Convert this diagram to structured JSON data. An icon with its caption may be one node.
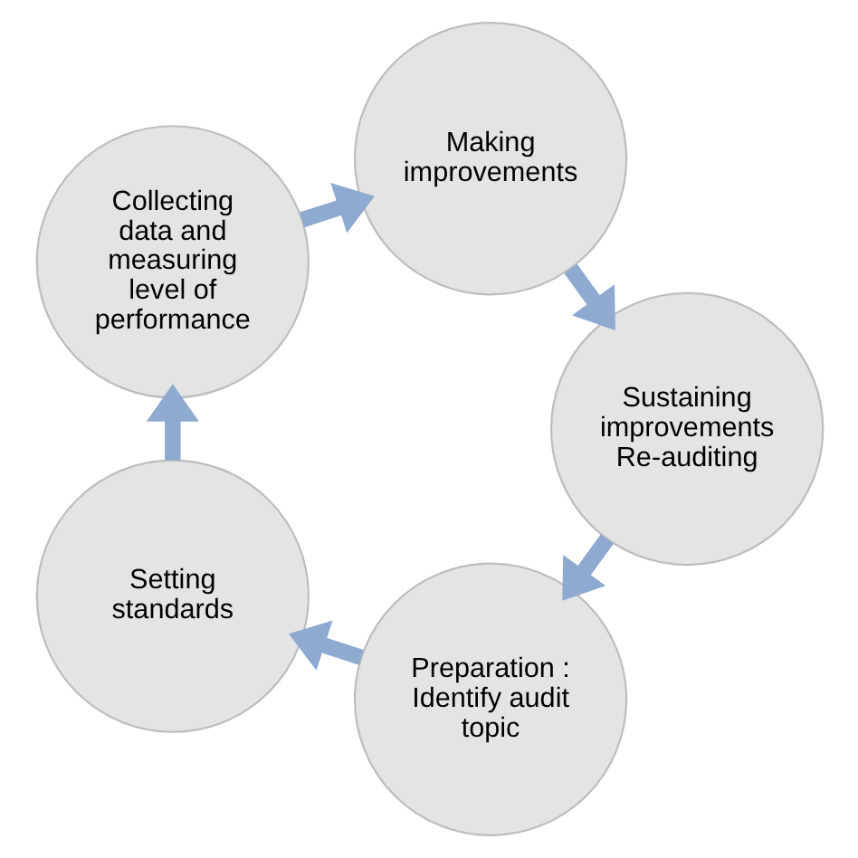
{
  "diagram": {
    "nodes": [
      {
        "text": [
          "Preparation : Identify audit topic"
        ]
      },
      {
        "text": [
          "Setting standards"
        ]
      },
      {
        "text": [
          "Collecting data and measuring level of performance"
        ]
      },
      {
        "text": [
          "Making improvements"
        ]
      },
      {
        "text": [
          "Sustaining improvements Re-auditing"
        ]
      }
    ],
    "edges": [
      {
        "from": 0,
        "to": 1,
        "arrow": "to"
      },
      {
        "from": 1,
        "to": 2,
        "arrow": "to"
      },
      {
        "from": 2,
        "to": 3,
        "arrow": "to"
      },
      {
        "from": 3,
        "to": 4,
        "arrow": "to"
      },
      {
        "from": 4,
        "to": 0,
        "arrow": "to"
      }
    ]
  }
}
